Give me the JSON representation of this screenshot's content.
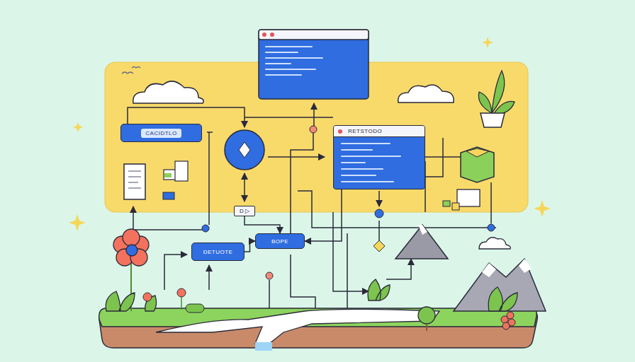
{
  "diagram": {
    "nodes": [
      {
        "text": [
          "CACIDTLO"
        ]
      },
      {
        "text": [
          "RETSTODO"
        ]
      },
      {
        "text": [
          "D ▷"
        ]
      },
      {
        "text": [
          "BOPE"
        ]
      },
      {
        "text": [
          "DETUOTE"
        ]
      }
    ],
    "edges": [
      {
        "from": 2,
        "to": 3,
        "arrow": "to"
      },
      {
        "from": 4,
        "to": 3,
        "arrow": "to"
      },
      {
        "from": 1,
        "to": 3,
        "arrow": "to"
      }
    ]
  }
}
